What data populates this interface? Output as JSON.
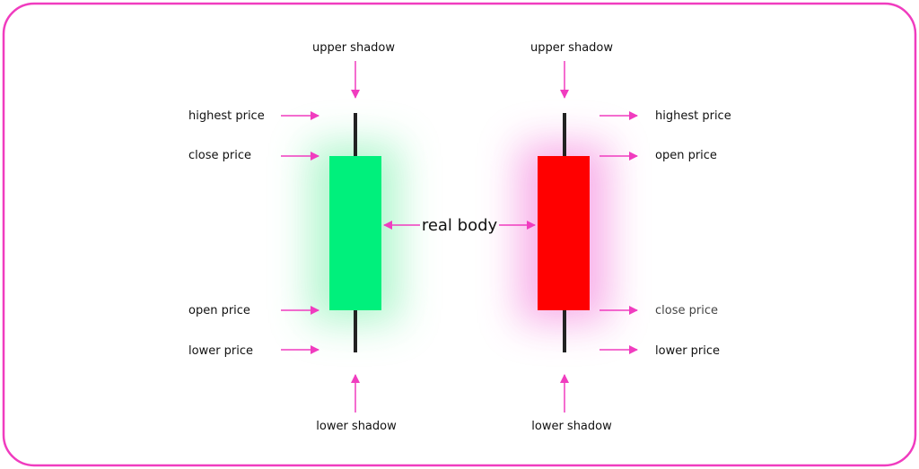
{
  "colors": {
    "frame": "#f03cbf",
    "arrow": "#f03cbf",
    "wick": "#222222",
    "bull_body": "#00f07c",
    "bull_glow": "#a8f5c8",
    "bear_body": "#ff0000",
    "bear_glow": "#f7a6e6",
    "text": "#111111",
    "text_muted": "#444444"
  },
  "labels": {
    "center": "real body",
    "bull": {
      "upper_shadow": "upper shadow",
      "highest_price": "highest price",
      "close_price": "close price",
      "open_price": "open price",
      "lower_price": "lower price",
      "lower_shadow": "lower shadow"
    },
    "bear": {
      "upper_shadow": "upper shadow",
      "highest_price": "highest price",
      "open_price": "open price",
      "close_price": "close price",
      "lower_price": "lower price",
      "lower_shadow": "lower shadow"
    }
  }
}
